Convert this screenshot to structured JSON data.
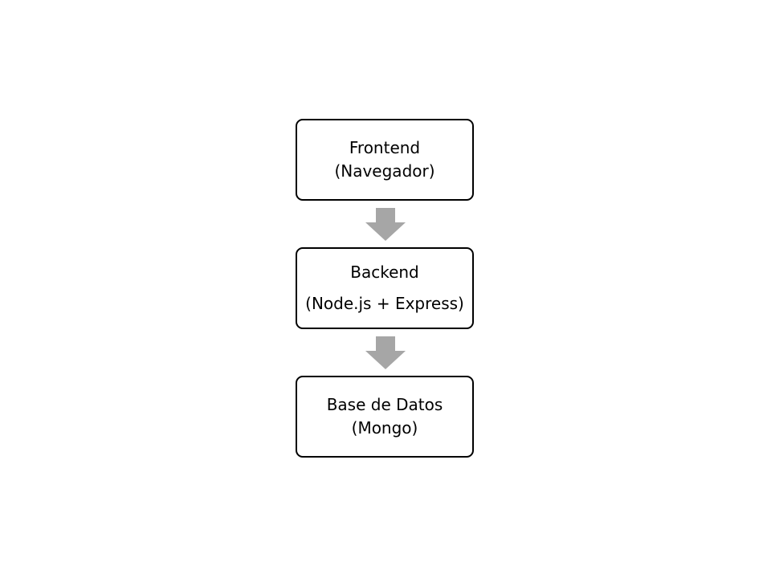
{
  "diagram": {
    "boxes": [
      {
        "line1": "Frontend",
        "line2": "(Navegador)"
      },
      {
        "line1": "Backend",
        "line2": "(Node.js + Express)"
      },
      {
        "line1": "Base de Datos",
        "line2": "(Mongo)"
      }
    ],
    "colors": {
      "box_border": "#000000",
      "box_fill": "#ffffff",
      "arrow_fill": "#a6a6a6"
    },
    "arrow_icon": "down-arrow-icon"
  }
}
